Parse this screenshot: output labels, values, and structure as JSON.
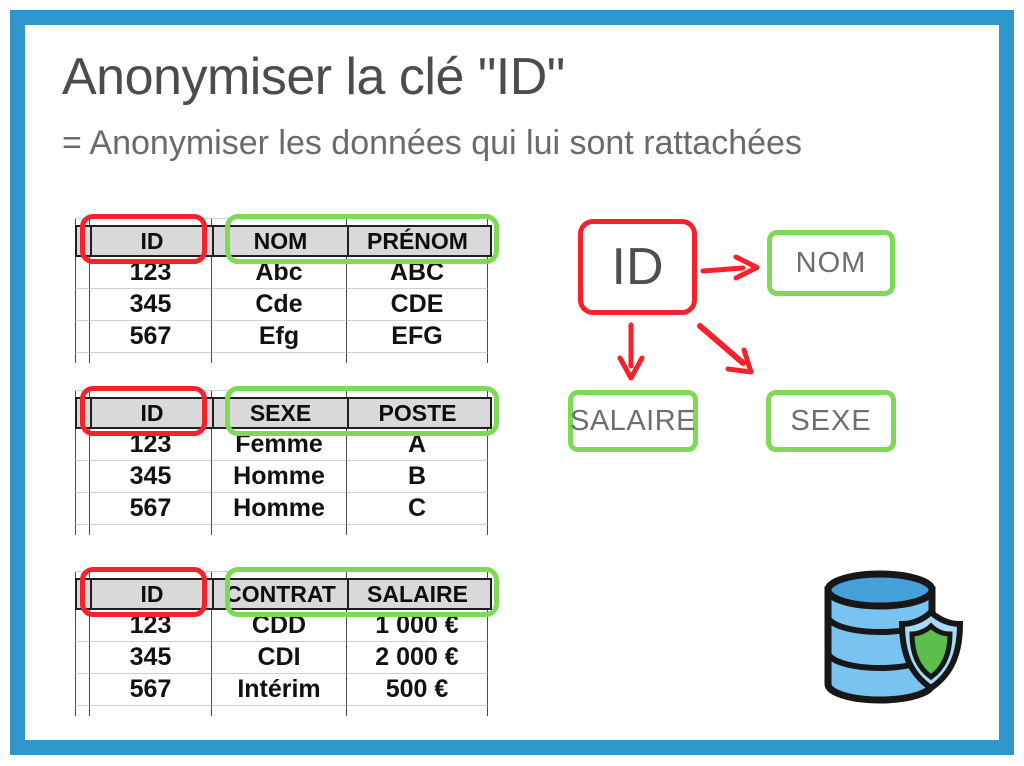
{
  "slide": {
    "title": "Anonymiser la clé \"ID\"",
    "subtitle": "= Anonymiser les données qui lui sont rattachées"
  },
  "colors": {
    "frame_blue": "#2f96cb",
    "highlight_red": "#f3222c",
    "highlight_green": "#7ed957",
    "table_header_gray": "#d9d9d9",
    "title_gray": "#4c4c4c",
    "db_blue_body": "#78c3ef",
    "db_blue_top": "#459fd8",
    "shield_green": "#5cbe4b"
  },
  "tables": [
    {
      "headers": [
        "ID",
        "NOM",
        "PRÉNOM"
      ],
      "rows": [
        [
          "123",
          "Abc",
          "ABC"
        ],
        [
          "345",
          "Cde",
          "CDE"
        ],
        [
          "567",
          "Efg",
          "EFG"
        ]
      ]
    },
    {
      "headers": [
        "ID",
        "SEXE",
        "POSTE"
      ],
      "rows": [
        [
          "123",
          "Femme",
          "A"
        ],
        [
          "345",
          "Homme",
          "B"
        ],
        [
          "567",
          "Homme",
          "C"
        ]
      ]
    },
    {
      "headers": [
        "ID",
        "CONTRAT",
        "SALAIRE"
      ],
      "rows": [
        [
          "123",
          "CDD",
          "1 000 €"
        ],
        [
          "345",
          "CDI",
          "2 000 €"
        ],
        [
          "567",
          "Intérim",
          "500 €"
        ]
      ]
    }
  ],
  "diagram": {
    "key_label": "ID",
    "linked_labels": [
      "NOM",
      "SALAIRE",
      "SEXE"
    ]
  },
  "icons": {
    "bottom_right": "database-with-shield-icon"
  }
}
